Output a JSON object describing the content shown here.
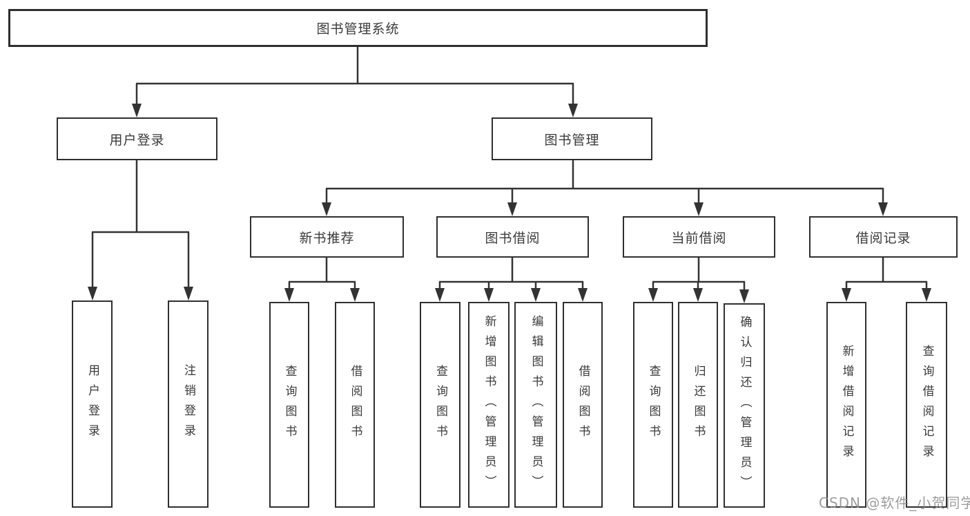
{
  "tree": {
    "label": "图书管理系统",
    "children": [
      {
        "label": "用户登录",
        "children": [
          {
            "label": "用户登录"
          },
          {
            "label": "注销登录"
          }
        ]
      },
      {
        "label": "图书管理",
        "children": [
          {
            "label": "新书推荐",
            "children": [
              {
                "label": "查询图书"
              },
              {
                "label": "借阅图书"
              }
            ]
          },
          {
            "label": "图书借阅",
            "children": [
              {
                "label": "查询图书"
              },
              {
                "label": "新增图书（管理员）"
              },
              {
                "label": "编辑图书（管理员）"
              },
              {
                "label": "借阅图书"
              }
            ]
          },
          {
            "label": "当前借阅",
            "children": [
              {
                "label": "查询图书"
              },
              {
                "label": "归还图书"
              },
              {
                "label": "确认归还（管理员）"
              }
            ]
          },
          {
            "label": "借阅记录",
            "children": [
              {
                "label": "新增借阅记录"
              },
              {
                "label": "查询借阅记录"
              }
            ]
          }
        ]
      }
    ]
  },
  "watermark": "CSDN @软件_小贺同学",
  "colors": {
    "line": "#333333",
    "box_border": "#2f2f2f",
    "text": "#3a3a3a",
    "watermark_gray": "#8c8c8c",
    "background": "#ffffff"
  }
}
